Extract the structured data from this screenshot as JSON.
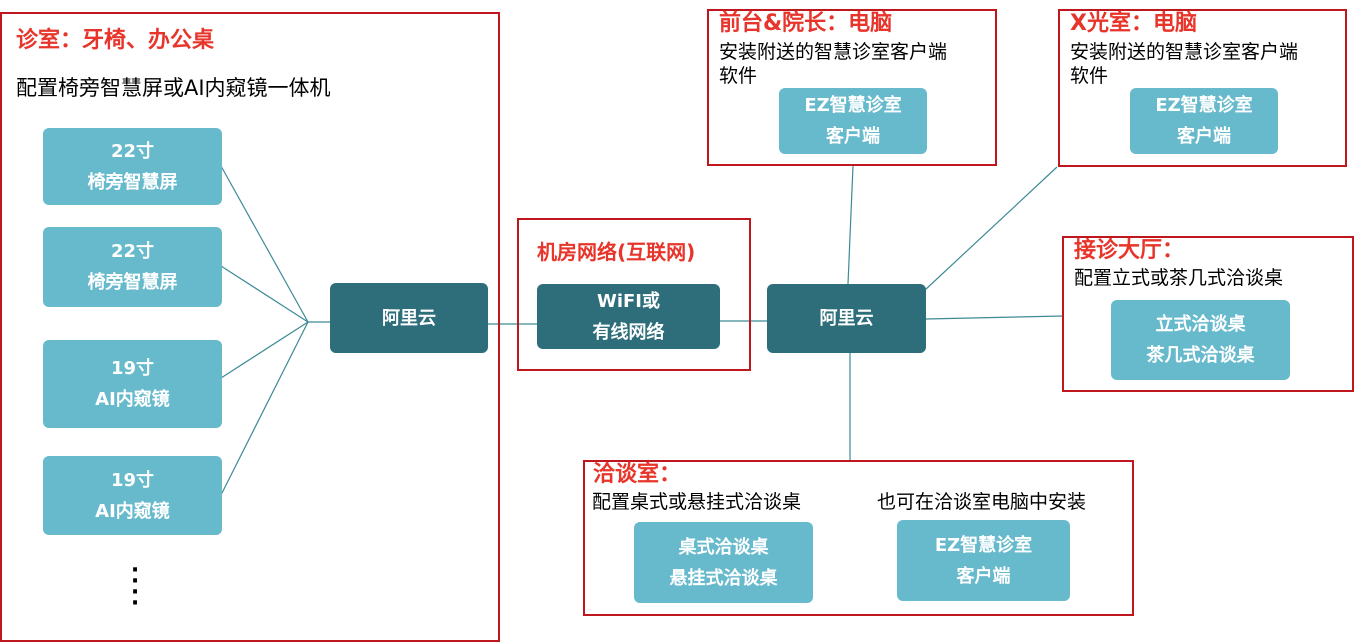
{
  "clinic": {
    "title": "诊室：牙椅、办公桌",
    "desc": "配置椅旁智慧屏或AI内窥镜一体机",
    "devices": [
      "22寸\n椅旁智慧屏",
      "22寸\n椅旁智慧屏",
      "19寸\nAI内窥镜",
      "19寸\nAI内窥镜"
    ],
    "more": "⋮"
  },
  "cloud_left": "阿里云",
  "server_room": {
    "title": "机房网络(互联网)",
    "network": "WiFI或\n有线网络"
  },
  "cloud_right": "阿里云",
  "front_desk": {
    "title": "前台&院长：电脑",
    "desc": "安装附送的智慧诊室客户端\n软件",
    "app": "EZ智慧诊室\n客户端"
  },
  "xray": {
    "title": "X光室：电脑",
    "desc": "安装附送的智慧诊室客户端\n软件",
    "app": "EZ智慧诊室\n客户端"
  },
  "lobby": {
    "title": "接诊大厅：",
    "desc": "配置立式或茶几式洽谈桌",
    "device": "立式洽谈桌\n茶几式洽谈桌"
  },
  "consult": {
    "title": "洽谈室：",
    "desc": "配置桌式或悬挂式洽谈桌",
    "desc2": "也可在洽谈室电脑中安装",
    "device": "桌式洽谈桌\n悬挂式洽谈桌",
    "app": "EZ智慧诊室\n客户端"
  },
  "colors": {
    "frame": "#c0161d",
    "title": "#e8352b",
    "box_light": "#67b9cc",
    "box_dark": "#2d6e7a",
    "line": "#3c8a96"
  }
}
